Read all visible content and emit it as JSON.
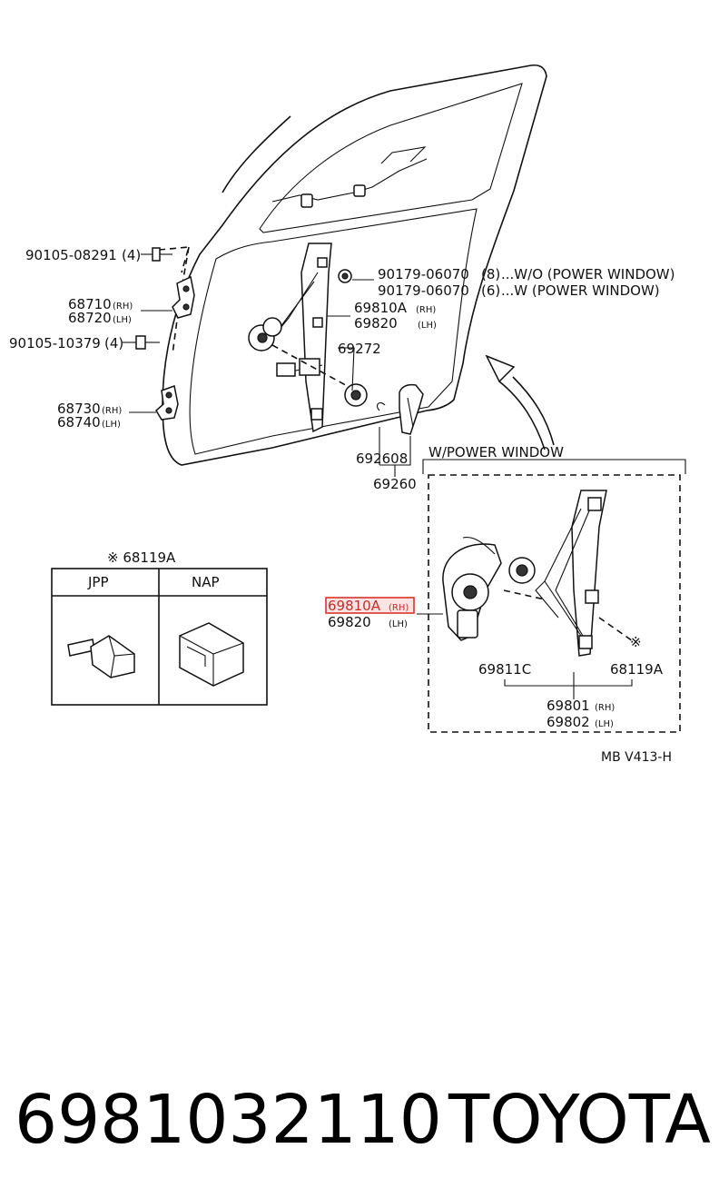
{
  "parts": {
    "bolt_upper": {
      "code": "90105-08291",
      "qty": "(4)"
    },
    "hinge_upper": {
      "rh": "68710",
      "rh_tag": "(RH)",
      "lh": "68720",
      "lh_tag": "(LH)"
    },
    "bolt_lower": {
      "code": "90105-10379",
      "qty": "(4)"
    },
    "hinge_lower": {
      "rh": "68730",
      "rh_tag": "(RH)",
      "lh": "68740",
      "lh_tag": "(LH)"
    },
    "clip_wo": {
      "code": "90179-06070",
      "qty": "(8)",
      "note": "...W/O (POWER WINDOW)"
    },
    "clip_w": {
      "code": "90179-06070",
      "qty": "(6)",
      "note": "...W (POWER WINDOW)"
    },
    "regulator": {
      "rh": "69810A",
      "rh_tag": "(RH)",
      "lh": "69820",
      "lh_tag": "(LH)"
    },
    "handle_part": {
      "code": "69272"
    },
    "handle_clip": {
      "code": "692608"
    },
    "handle": {
      "code": "69260"
    }
  },
  "power_window": {
    "title": "W/POWER WINDOW",
    "regulator": {
      "rh": "69810A",
      "rh_tag": "(RH)",
      "lh": "69820",
      "lh_tag": "(LH)"
    },
    "motor_part": "69811C",
    "star": "※",
    "connector": "68119A",
    "assy": {
      "rh": "69801",
      "rh_tag": "(RH)",
      "lh": "69802",
      "lh_tag": "(LH)"
    }
  },
  "connector_table": {
    "title": "※ 68119A",
    "col1": "JPP",
    "col2": "NAP"
  },
  "drawing_code": "MB V413-H",
  "footer": {
    "part_number": "6981032110",
    "brand": "TOYOTA"
  }
}
